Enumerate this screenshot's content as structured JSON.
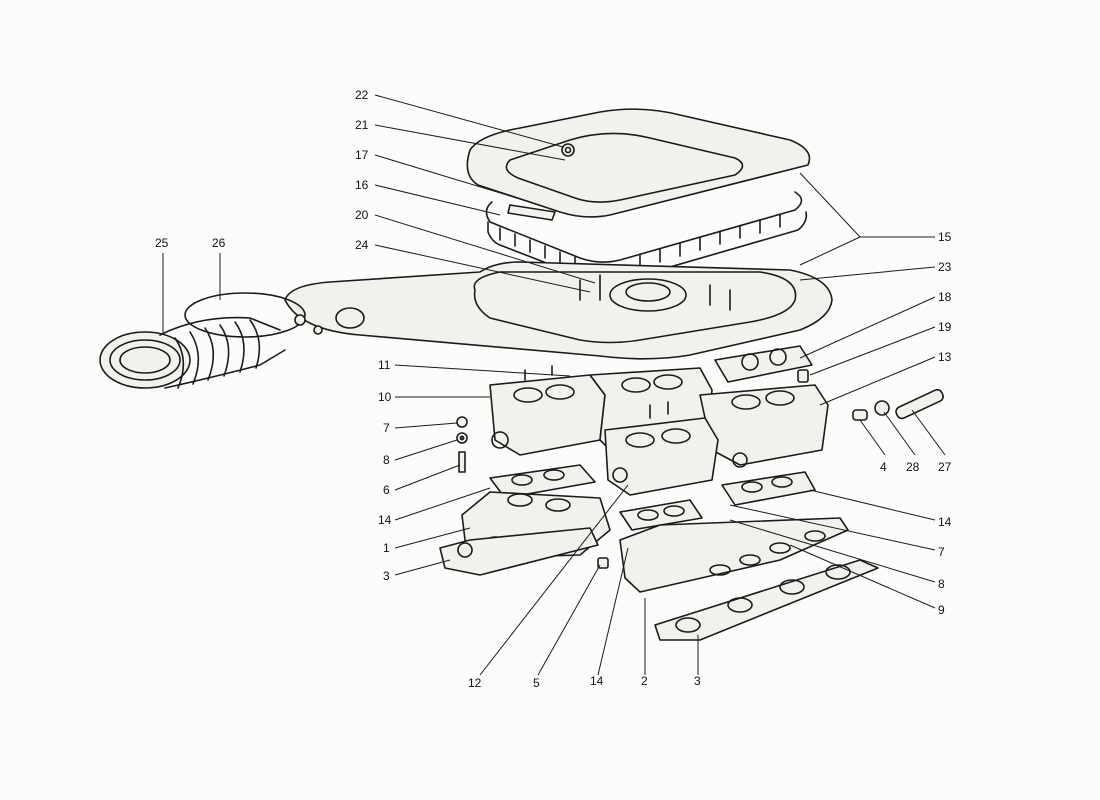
{
  "callouts": [
    "22",
    "21",
    "17",
    "16",
    "20",
    "24",
    "25",
    "26",
    "15",
    "23",
    "18",
    "19",
    "13",
    "11",
    "10",
    "7",
    "8",
    "6",
    "14",
    "1",
    "3",
    "4",
    "28",
    "27",
    "14",
    "7",
    "8",
    "9",
    "12",
    "5",
    "14",
    "2",
    "3"
  ],
  "icons": {
    "air_cleaner_cover": "air-filter-cover-icon",
    "filter_element": "filter-element-icon",
    "air_box": "air-box-icon",
    "intake_duct": "intake-hose-icon",
    "carburetor": "carburetor-icon",
    "manifold": "intake-manifold-icon",
    "gasket": "gasket-icon"
  },
  "colors": {
    "ink": "#1b1b1b",
    "paper": "#fdfcfa",
    "part_fill": "#f3f1ec"
  }
}
